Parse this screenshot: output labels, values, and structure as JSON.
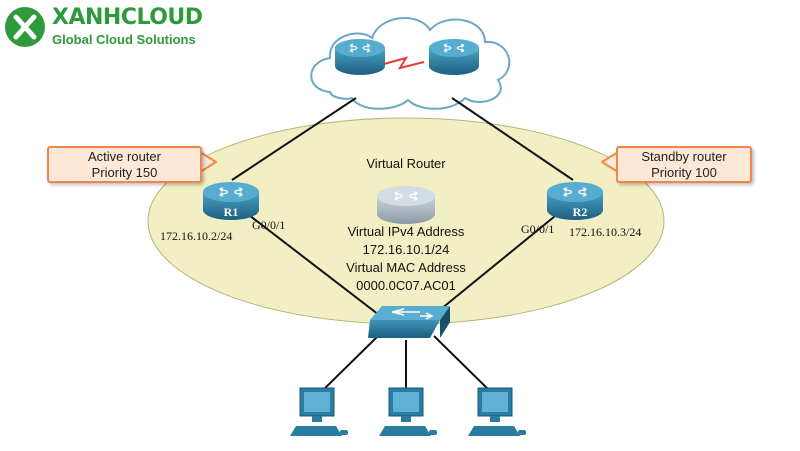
{
  "brand": {
    "name": "XANHCLOUD",
    "tagline": "Global Cloud Solutions",
    "color": "#2f9a3c"
  },
  "callouts": {
    "active": {
      "line1": "Active router",
      "line2": "Priority 150"
    },
    "standby": {
      "line1": "Standby router",
      "line2": "Priority 100"
    }
  },
  "virtual_router": {
    "title": "Virtual Router",
    "ipv4_label": "Virtual IPv4 Address",
    "ipv4": "172.16.10.1/24",
    "mac_label": "Virtual MAC Address",
    "mac": "0000.0C07.AC01"
  },
  "r1": {
    "label": "R1",
    "interface": "G0/0/1",
    "ip": "172.16.10.2/24"
  },
  "r2": {
    "label": "R2",
    "interface": "G0/0/1",
    "ip": "172.16.10.3/24"
  },
  "colors": {
    "ellipse_fill": "#f2efc4",
    "router_blue": "#2c7fa3",
    "router_virtual": "#aab8c4",
    "callout_border": "#f0874a",
    "callout_fill": "#fde7d6",
    "wan_link": "#e03a3a"
  }
}
